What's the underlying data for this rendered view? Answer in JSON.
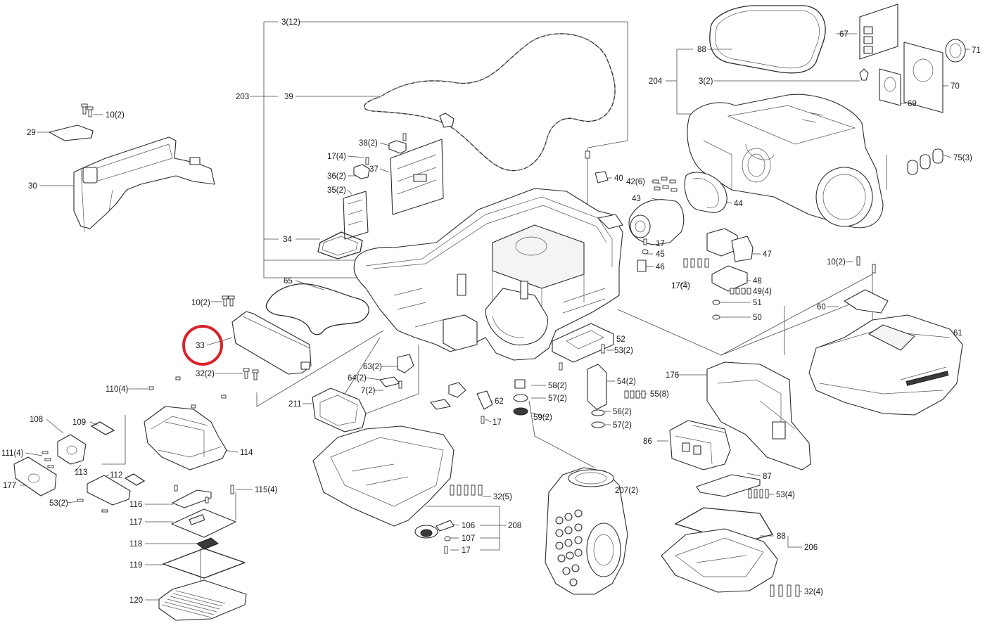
{
  "diagram": {
    "labels": [
      {
        "id": "l3_12",
        "text": "3(12)"
      },
      {
        "id": "l203",
        "text": "203"
      },
      {
        "id": "l39",
        "text": "39"
      },
      {
        "id": "l88a",
        "text": "88"
      },
      {
        "id": "l67",
        "text": "67"
      },
      {
        "id": "l71",
        "text": "71"
      },
      {
        "id": "l204",
        "text": "204"
      },
      {
        "id": "l3_2",
        "text": "3(2)"
      },
      {
        "id": "l70",
        "text": "70"
      },
      {
        "id": "l69",
        "text": "69"
      },
      {
        "id": "l75",
        "text": "75(3)"
      },
      {
        "id": "l10a",
        "text": "10(2)"
      },
      {
        "id": "l29",
        "text": "29"
      },
      {
        "id": "l30",
        "text": "30"
      },
      {
        "id": "l38",
        "text": "38(2)"
      },
      {
        "id": "l17_4a",
        "text": "17(4)"
      },
      {
        "id": "l37",
        "text": "37"
      },
      {
        "id": "l36",
        "text": "36(2)"
      },
      {
        "id": "l35",
        "text": "35(2)"
      },
      {
        "id": "l40",
        "text": "40"
      },
      {
        "id": "l42",
        "text": "42(6)"
      },
      {
        "id": "l43",
        "text": "43"
      },
      {
        "id": "l44",
        "text": "44"
      },
      {
        "id": "l34",
        "text": "34"
      },
      {
        "id": "l17a",
        "text": "17"
      },
      {
        "id": "l45",
        "text": "45"
      },
      {
        "id": "l46",
        "text": "46"
      },
      {
        "id": "l47",
        "text": "47"
      },
      {
        "id": "l10b",
        "text": "10(2)"
      },
      {
        "id": "l17_4b",
        "text": "17(4)"
      },
      {
        "id": "l48",
        "text": "48"
      },
      {
        "id": "l49",
        "text": "49(4)"
      },
      {
        "id": "l65",
        "text": "65"
      },
      {
        "id": "l10c",
        "text": "10(2)"
      },
      {
        "id": "l51",
        "text": "51"
      },
      {
        "id": "l60",
        "text": "60"
      },
      {
        "id": "l50",
        "text": "50"
      },
      {
        "id": "l61",
        "text": "61"
      },
      {
        "id": "l33",
        "text": "33"
      },
      {
        "id": "l52",
        "text": "52"
      },
      {
        "id": "l53_2a",
        "text": "53(2)"
      },
      {
        "id": "l63",
        "text": "63(2)"
      },
      {
        "id": "l32_2",
        "text": "32(2)"
      },
      {
        "id": "l64",
        "text": "64(2)"
      },
      {
        "id": "l176",
        "text": "176"
      },
      {
        "id": "l54",
        "text": "54(2)"
      },
      {
        "id": "l58",
        "text": "58(2)"
      },
      {
        "id": "l55",
        "text": "55(8)"
      },
      {
        "id": "l110",
        "text": "110(4)"
      },
      {
        "id": "l7",
        "text": "7(2)"
      },
      {
        "id": "l57a",
        "text": "57(2)"
      },
      {
        "id": "l56",
        "text": "56(2)"
      },
      {
        "id": "l211",
        "text": "211"
      },
      {
        "id": "l62",
        "text": "62"
      },
      {
        "id": "l59",
        "text": "59(2)"
      },
      {
        "id": "l57b",
        "text": "57(2)"
      },
      {
        "id": "l17b",
        "text": "17"
      },
      {
        "id": "l108",
        "text": "108"
      },
      {
        "id": "l109",
        "text": "109"
      },
      {
        "id": "l86",
        "text": "86"
      },
      {
        "id": "l111",
        "text": "111(4)"
      },
      {
        "id": "l114",
        "text": "114"
      },
      {
        "id": "l113",
        "text": "113"
      },
      {
        "id": "l87",
        "text": "87"
      },
      {
        "id": "l177",
        "text": "177"
      },
      {
        "id": "l112",
        "text": "112"
      },
      {
        "id": "l207",
        "text": "207(2)"
      },
      {
        "id": "l115",
        "text": "115(4)"
      },
      {
        "id": "l32_5",
        "text": "32(5)"
      },
      {
        "id": "l53_4",
        "text": "53(4)"
      },
      {
        "id": "l53_2b",
        "text": "53(2)"
      },
      {
        "id": "l116",
        "text": "116"
      },
      {
        "id": "l117",
        "text": "117"
      },
      {
        "id": "l106",
        "text": "106"
      },
      {
        "id": "l208",
        "text": "208"
      },
      {
        "id": "l107",
        "text": "107"
      },
      {
        "id": "l88b",
        "text": "88"
      },
      {
        "id": "l206",
        "text": "206"
      },
      {
        "id": "l118",
        "text": "118"
      },
      {
        "id": "l17c",
        "text": "17"
      },
      {
        "id": "l119",
        "text": "119"
      },
      {
        "id": "l32_4",
        "text": "32(4)"
      },
      {
        "id": "l120",
        "text": "120"
      }
    ],
    "highlight": {
      "part": "33",
      "color": "#d6232a"
    },
    "line_color": "#2b2b2b"
  }
}
